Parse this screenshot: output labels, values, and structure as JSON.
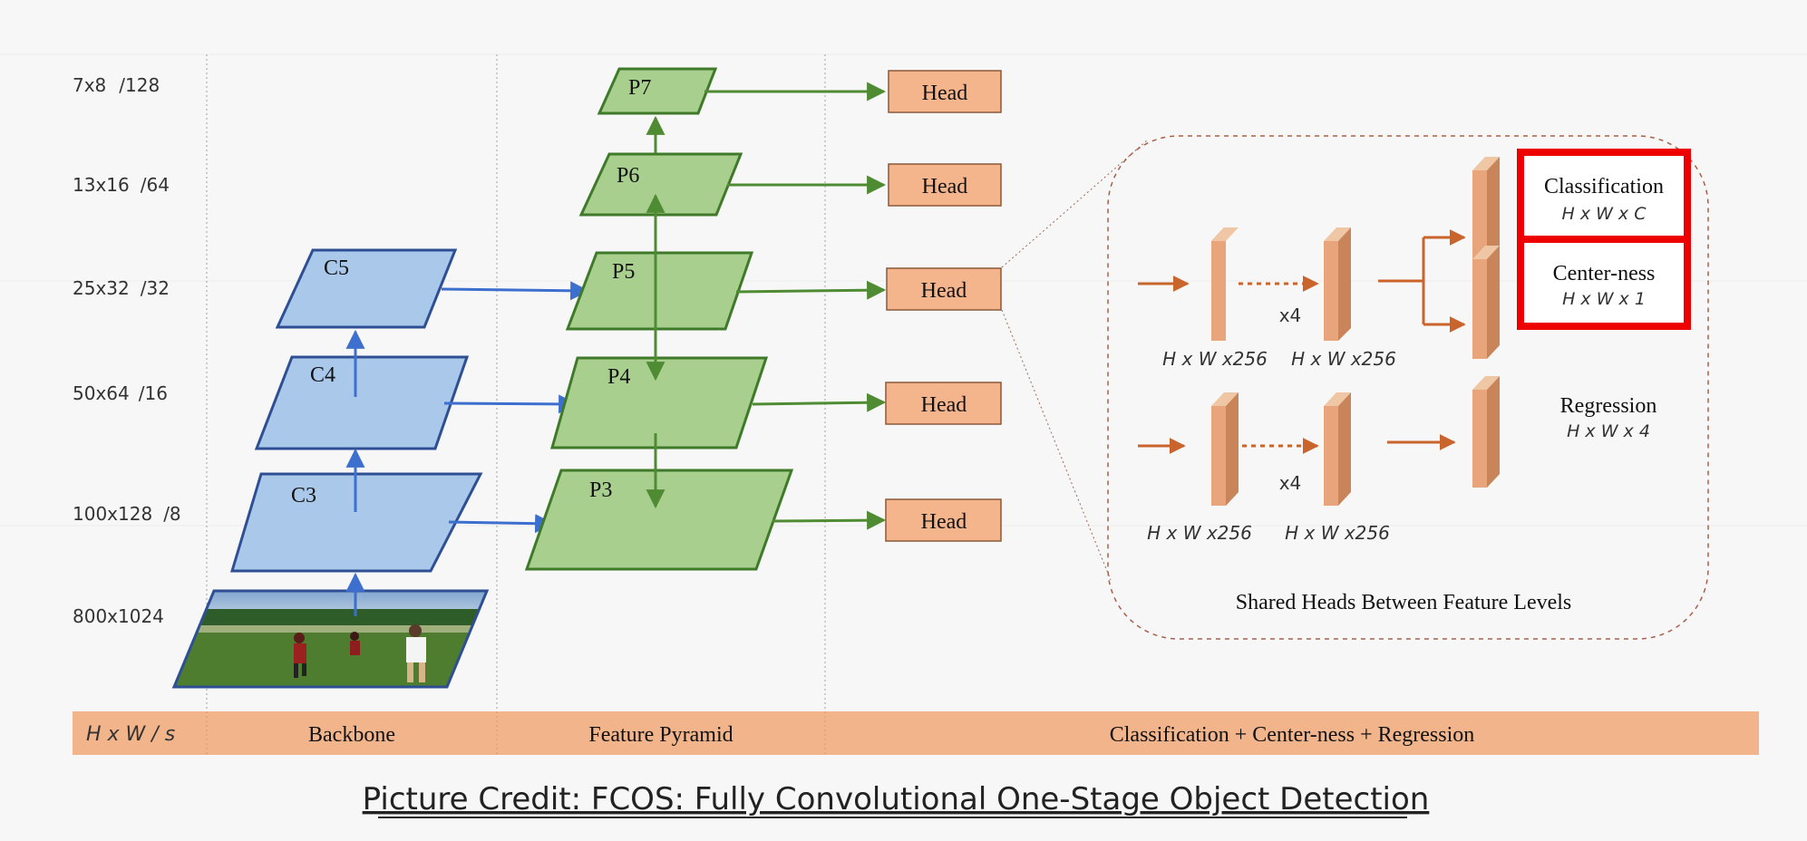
{
  "scales": [
    {
      "size": "7x8",
      "stride": "/128"
    },
    {
      "size": "13x16",
      "stride": "/64"
    },
    {
      "size": "25x32",
      "stride": "/32"
    },
    {
      "size": "50x64",
      "stride": "/16"
    },
    {
      "size": "100x128",
      "stride": "/8"
    },
    {
      "size": "800x1024",
      "stride": ""
    }
  ],
  "backbone": {
    "c3": "C3",
    "c4": "C4",
    "c5": "C5"
  },
  "pyramid": {
    "p3": "P3",
    "p4": "P4",
    "p5": "P5",
    "p6": "P6",
    "p7": "P7"
  },
  "heads": [
    "Head",
    "Head",
    "Head",
    "Head",
    "Head"
  ],
  "detail": {
    "feature_dims": [
      "H x W x256",
      "H x W x256",
      "H x W x256",
      "H x W x256"
    ],
    "repeat_top": "x4",
    "repeat_bottom": "x4",
    "classification": {
      "title": "Classification",
      "dims": "H x W x C"
    },
    "centerness": {
      "title": "Center-ness",
      "dims": "H x W x 1"
    },
    "regression": {
      "title": "Regression",
      "dims": "H x W x 4"
    },
    "caption": "Shared Heads Between Feature Levels"
  },
  "bottom_bar": {
    "col1": "H x W  / s",
    "col2": "Backbone",
    "col3": "Feature Pyramid",
    "col4": "Classification + Center-ness + Regression"
  },
  "credit": "Picture Credit: FCOS: Fully Convolutional One-Stage Object Detection",
  "colors": {
    "blue_fill": "#a9c8ea",
    "blue_stroke": "#2f4f94",
    "green_fill": "#a9cf8e",
    "green_stroke": "#3f7a2a",
    "head_fill": "#f4b48c",
    "head_stroke": "#8a5a3a",
    "bar_fill": "#f2b48a",
    "highlight": "#ee0000"
  }
}
